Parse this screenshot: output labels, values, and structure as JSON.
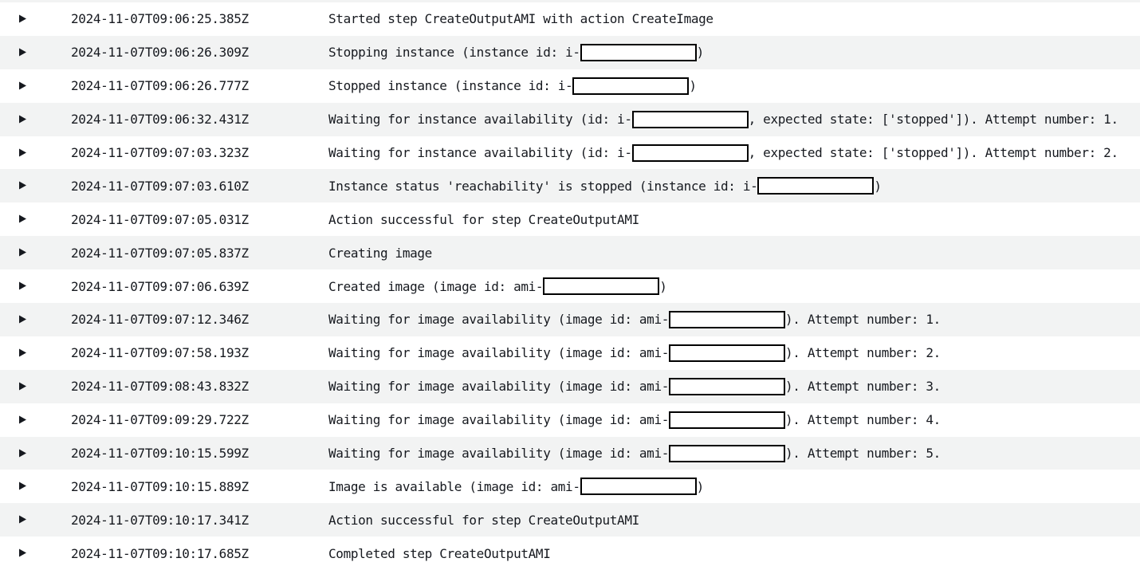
{
  "rows": [
    {
      "ts": "2024-11-07T09:06:25.385Z",
      "pre": "Started step CreateOutputAMI with action CreateImage",
      "redacted": false,
      "post": ""
    },
    {
      "ts": "2024-11-07T09:06:26.309Z",
      "pre": "Stopping instance (instance id: i-",
      "redacted": true,
      "post": ")"
    },
    {
      "ts": "2024-11-07T09:06:26.777Z",
      "pre": "Stopped instance (instance id: i-",
      "redacted": true,
      "post": ")"
    },
    {
      "ts": "2024-11-07T09:06:32.431Z",
      "pre": "Waiting for instance availability (id: i-",
      "redacted": true,
      "post": ", expected state: ['stopped']). Attempt number: 1."
    },
    {
      "ts": "2024-11-07T09:07:03.323Z",
      "pre": "Waiting for instance availability (id: i-",
      "redacted": true,
      "post": ", expected state: ['stopped']). Attempt number: 2."
    },
    {
      "ts": "2024-11-07T09:07:03.610Z",
      "pre": "Instance status 'reachability' is stopped (instance id: i-",
      "redacted": true,
      "post": ")"
    },
    {
      "ts": "2024-11-07T09:07:05.031Z",
      "pre": "Action successful for step CreateOutputAMI",
      "redacted": false,
      "post": ""
    },
    {
      "ts": "2024-11-07T09:07:05.837Z",
      "pre": "Creating image",
      "redacted": false,
      "post": ""
    },
    {
      "ts": "2024-11-07T09:07:06.639Z",
      "pre": "Created image (image id: ami-",
      "redacted": true,
      "post": ")"
    },
    {
      "ts": "2024-11-07T09:07:12.346Z",
      "pre": "Waiting for image availability (image id: ami-",
      "redacted": true,
      "post": "). Attempt number: 1."
    },
    {
      "ts": "2024-11-07T09:07:58.193Z",
      "pre": "Waiting for image availability (image id: ami-",
      "redacted": true,
      "post": "). Attempt number: 2."
    },
    {
      "ts": "2024-11-07T09:08:43.832Z",
      "pre": "Waiting for image availability (image id: ami-",
      "redacted": true,
      "post": "). Attempt number: 3."
    },
    {
      "ts": "2024-11-07T09:09:29.722Z",
      "pre": "Waiting for image availability (image id: ami-",
      "redacted": true,
      "post": "). Attempt number: 4."
    },
    {
      "ts": "2024-11-07T09:10:15.599Z",
      "pre": "Waiting for image availability (image id: ami-",
      "redacted": true,
      "post": "). Attempt number: 5."
    },
    {
      "ts": "2024-11-07T09:10:15.889Z",
      "pre": "Image is available (image id: ami-",
      "redacted": true,
      "post": ")"
    },
    {
      "ts": "2024-11-07T09:10:17.341Z",
      "pre": "Action successful for step CreateOutputAMI",
      "redacted": false,
      "post": ""
    },
    {
      "ts": "2024-11-07T09:10:17.685Z",
      "pre": "Completed step CreateOutputAMI",
      "redacted": false,
      "post": ""
    }
  ],
  "colors": {
    "row_alt_bg": "#f2f3f3",
    "text": "#16191f",
    "redaction_border": "#000000"
  },
  "icons": {
    "expand": "caret-right-icon"
  }
}
